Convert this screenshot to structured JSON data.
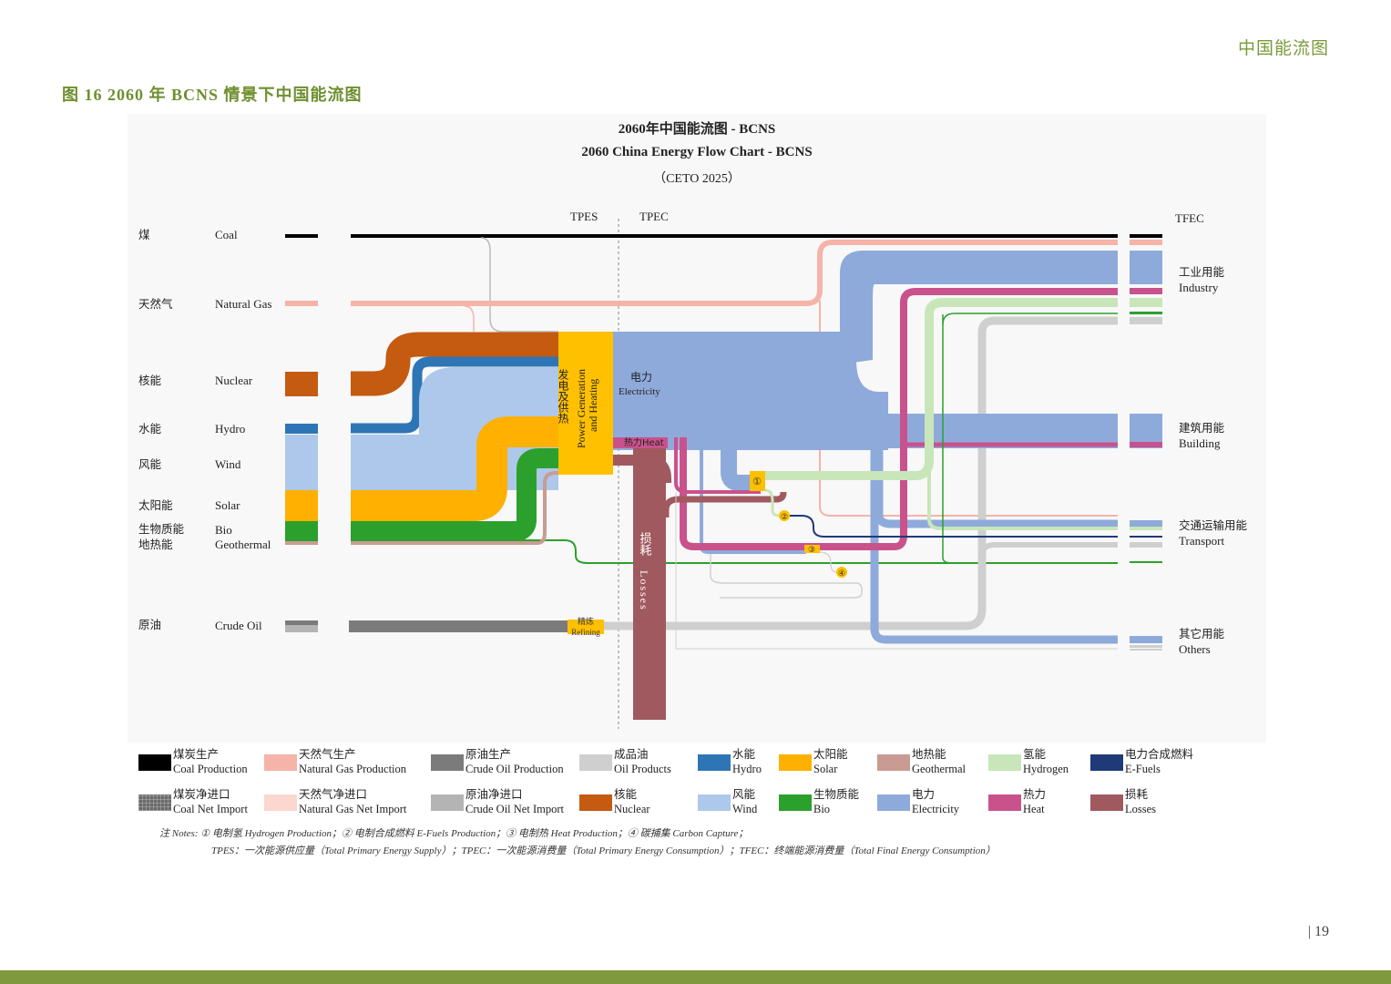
{
  "header": {
    "section": "中国能流图",
    "figure_caption": "图 16  2060 年 BCNS 情景下中国能流图"
  },
  "title": {
    "cn": "2060年中国能流图 - BCNS",
    "en": "2060 China Energy Flow Chart  -  BCNS",
    "source": "（CETO 2025）"
  },
  "axis_labels": {
    "tpes": "TPES",
    "tpec": "TPEC",
    "tfec": "TFEC"
  },
  "sources": [
    {
      "cn": "煤",
      "en": "Coal"
    },
    {
      "cn": "天然气",
      "en": "Natural Gas"
    },
    {
      "cn": "核能",
      "en": "Nuclear"
    },
    {
      "cn": "水能",
      "en": "Hydro"
    },
    {
      "cn": "风能",
      "en": "Wind"
    },
    {
      "cn": "太阳能",
      "en": "Solar"
    },
    {
      "cn": "生物质能",
      "en": "Bio"
    },
    {
      "cn": "地热能",
      "en": "Geothermal"
    },
    {
      "cn": "原油",
      "en": "Crude Oil"
    }
  ],
  "sinks": [
    {
      "cn": "工业用能",
      "en": "Industry"
    },
    {
      "cn": "建筑用能",
      "en": "Building"
    },
    {
      "cn": "交通运输用能",
      "en": "Transport"
    },
    {
      "cn": "其它用能",
      "en": "Others"
    }
  ],
  "nodes": {
    "power_cn": "发电及供热",
    "power_en_1": "Power Generation",
    "power_en_2": "and Heating",
    "electricity_cn": "电力",
    "electricity_en": "Electricity",
    "heat": "热力Heat",
    "losses_cn": "损耗",
    "losses_en": "Losses",
    "refining_cn": "精炼",
    "refining_en": "Refining",
    "m1": "①",
    "m2": "②",
    "m3": "③",
    "m4": "④"
  },
  "legend": [
    {
      "cn": "煤炭生产",
      "en": "Coal Production",
      "color": "#000000"
    },
    {
      "cn": "天然气生产",
      "en": "Natural Gas Production",
      "color": "#f6b3a8"
    },
    {
      "cn": "原油生产",
      "en": "Crude Oil Production",
      "color": "#7b7b7b"
    },
    {
      "cn": "成品油",
      "en": "Oil Products",
      "color": "#cfcfcf"
    },
    {
      "cn": "水能",
      "en": "Hydro",
      "color": "#2e75b6"
    },
    {
      "cn": "太阳能",
      "en": "Solar",
      "color": "#ffb000"
    },
    {
      "cn": "地热能",
      "en": "Geothermal",
      "color": "#c99b93"
    },
    {
      "cn": "氢能",
      "en": "Hydrogen",
      "color": "#c8e6b9"
    },
    {
      "cn": "电力合成燃料",
      "en": "E-Fuels",
      "color": "#1f3a78"
    },
    {
      "cn": "煤炭净进口",
      "en": "Coal Net Import",
      "color": "#6a6a6a"
    },
    {
      "cn": "天然气净进口",
      "en": "Natural Gas Net Import",
      "color": "#fbd7d0"
    },
    {
      "cn": "原油净进口",
      "en": "Crude Oil Net Import",
      "color": "#b4b4b4"
    },
    {
      "cn": "核能",
      "en": "Nuclear",
      "color": "#c55a11"
    },
    {
      "cn": "风能",
      "en": "Wind",
      "color": "#adc8ea"
    },
    {
      "cn": "生物质能",
      "en": "Bio",
      "color": "#2ca02c"
    },
    {
      "cn": "电力",
      "en": "Electricity",
      "color": "#8eaadb"
    },
    {
      "cn": "热力",
      "en": "Heat",
      "color": "#c9528c"
    },
    {
      "cn": "损耗",
      "en": "Losses",
      "color": "#a05a5f"
    }
  ],
  "notes": {
    "line1": "注 Notes:    ① 电制氢 Hydrogen Production；② 电制合成燃料 E-Fuels Production；③ 电制热 Heat Production；④ 碳捕集 Carbon Capture；",
    "line2": "TPES：一次能源供应量（Total Primary Energy Supply）；TPEC：一次能源消费量（Total Primary Energy Consumption）；TFEC：终端能源消费量（Total Final Energy Consumption）"
  },
  "page_number": "| 19"
}
